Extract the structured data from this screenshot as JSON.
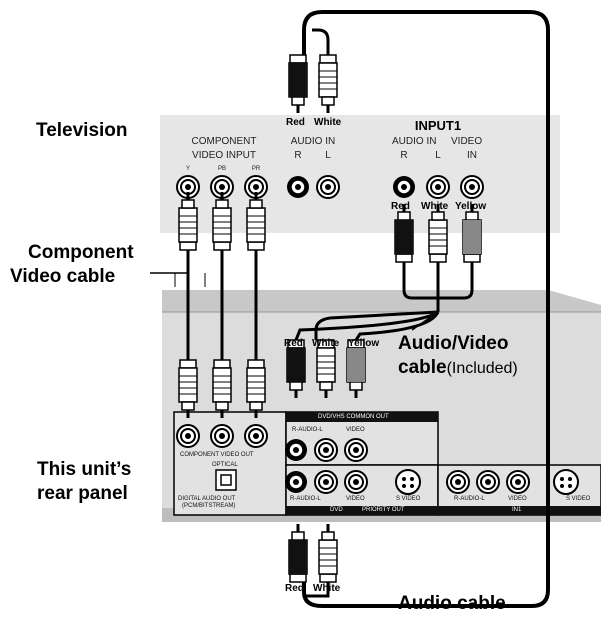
{
  "labels": {
    "television": "Television",
    "component_video_cable_1": "Component",
    "component_video_cable_2": "Video cable",
    "this_unit_1": "This unit’s",
    "this_unit_2": "rear panel",
    "av_cable_1": "Audio/Video",
    "av_cable_2": "cable",
    "av_cable_included": "(Included)",
    "audio_cable": "Audio cable"
  },
  "tv": {
    "component_title_1": "COMPONENT",
    "component_title_2": "VIDEO INPUT",
    "comp_y": "Y",
    "comp_pb": "PB",
    "comp_pr": "PR",
    "audio_in_title": "AUDIO IN",
    "audio_r": "R",
    "audio_l": "L",
    "input1_title": "INPUT1",
    "input1_audio_in": "AUDIO IN",
    "input1_video": "VIDEO",
    "input1_r": "R",
    "input1_l": "L",
    "input1_in": "IN"
  },
  "plugs": {
    "top_red": "Red",
    "top_white": "White",
    "in1_red": "Red",
    "in1_white": "White",
    "in1_yellow": "Yellow",
    "out_red": "Red",
    "out_white": "White",
    "out_yellow": "Yellow",
    "bottom_red": "Red",
    "bottom_white": "White"
  },
  "rear_panel": {
    "dvd_vhs_common_out": "DVD/VHS COMMON OUT",
    "r_audio_l_1": "R-AUDIO-L",
    "video_1": "VIDEO",
    "component_video_out": "COMPONENT VIDEO OUT",
    "optical": "OPTICAL",
    "digital_audio_out": "DIGITAL AUDIO OUT",
    "pcm_bitstream": "(PCM/BITSTREAM)",
    "r_audio_l_2": "R-AUDIO-L",
    "video_2": "VIDEO",
    "s_video_1": "S VIDEO",
    "dvd": "DVD",
    "priority_out": "PRIORITY OUT",
    "r_audio_l_3": "R-AUDIO-L",
    "video_3": "VIDEO",
    "in1": "IN1",
    "s_video_2": "S VIDEO"
  }
}
